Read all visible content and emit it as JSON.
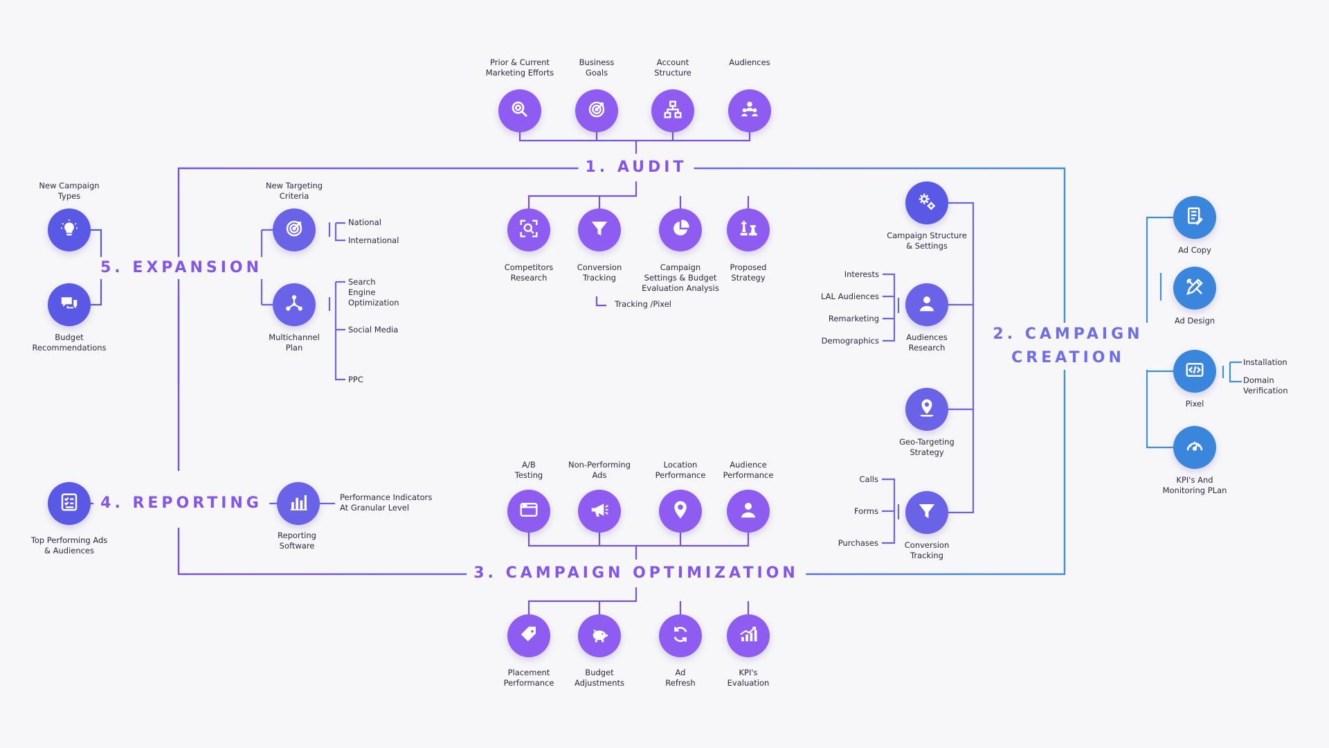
{
  "colors": {
    "purple": "#8e5cf0",
    "violet": "#7b55ec",
    "indigo": "#5a59e6",
    "blue": "#3a86dc",
    "line_purple": "#7652d9",
    "line_blue": "#3f8fd8",
    "text_dark": "#2b2740",
    "phase_purple": "#8355e8",
    "phase_blue": "#6f6ee6"
  },
  "phases": {
    "audit": "1. AUDIT",
    "campaign_creation": "2. CAMPAIGN\nCREATION",
    "campaign_optimization": "3. CAMPAIGN OPTIMIZATION",
    "reporting": "4. REPORTING",
    "expansion": "5. EXPANSION"
  },
  "audit": {
    "top": [
      {
        "label": "Prior & Current\nMarketing Efforts",
        "icon": "search-icon"
      },
      {
        "label": "Business\nGoals",
        "icon": "target-icon"
      },
      {
        "label": "Account\nStructure",
        "icon": "hierarchy-icon"
      },
      {
        "label": "Audiences",
        "icon": "people-icon"
      }
    ],
    "bottom": [
      {
        "label": "Competitors\nResearch",
        "icon": "scan-search-icon"
      },
      {
        "label": "Conversion\nTracking",
        "icon": "funnel-icon"
      },
      {
        "label": "Campaign\nSettings & Budget\nEvaluation Analysis",
        "icon": "pie-chart-icon"
      },
      {
        "label": "Proposed\nStrategy",
        "icon": "chess-icon"
      }
    ],
    "sub_note": "Tracking /Pixel"
  },
  "creation_inner": {
    "nodes": [
      {
        "label": "Campaign Structure\n& Settings",
        "icon": "gears-icon"
      },
      {
        "label": "Audiences\nResearch",
        "icon": "user-icon"
      },
      {
        "label": "Geo-Targeting\nStrategy",
        "icon": "map-pin-icon"
      },
      {
        "label": "Conversion\nTracking",
        "icon": "funnel-icon"
      }
    ],
    "audience_items": [
      "Interests",
      "LAL Audiences",
      "Remarketing",
      "Demographics"
    ],
    "conversion_items": [
      "Calls",
      "Forms",
      "Purchases"
    ]
  },
  "creation_outer": {
    "nodes": [
      {
        "label": "Ad Copy",
        "icon": "document-icon"
      },
      {
        "label": "Ad Design",
        "icon": "pencil-ruler-icon"
      },
      {
        "label": "Pixel",
        "icon": "code-icon"
      },
      {
        "label": "KPI's And\nMonitoring PLan",
        "icon": "speedometer-icon"
      }
    ],
    "pixel_items": [
      "Installation",
      "Domain\nVerification"
    ]
  },
  "optimization": {
    "top": [
      {
        "label": "A/B\nTesting",
        "icon": "browser-window-icon"
      },
      {
        "label": "Non-Performing\nAds",
        "icon": "megaphone-icon"
      },
      {
        "label": "Location\nPerformance",
        "icon": "location-icon"
      },
      {
        "label": "Audience\nPerformance",
        "icon": "user-icon"
      }
    ],
    "bottom": [
      {
        "label": "Placement\nPerformance",
        "icon": "tag-icon"
      },
      {
        "label": "Budget\nAdjustments",
        "icon": "piggy-bank-icon"
      },
      {
        "label": "Ad\nRefresh",
        "icon": "refresh-icon"
      },
      {
        "label": "KPI's\nEvaluation",
        "icon": "growth-chart-icon"
      }
    ]
  },
  "reporting": {
    "left": {
      "label": "Top Performing Ads\n& Audiences",
      "icon": "checklist-icon"
    },
    "right": {
      "label": "Reporting\nSoftware",
      "icon": "bar-chart-icon"
    },
    "note": "Performance Indicators\nAt Granular Level"
  },
  "expansion": {
    "left": [
      {
        "label": "New Campaign\nTypes",
        "icon": "lightbulb-icon"
      },
      {
        "label": "Budget\nRecommendations",
        "icon": "chat-bubbles-icon"
      }
    ],
    "right": [
      {
        "label": "New Targeting\nCriteria",
        "icon": "target-icon"
      },
      {
        "label": "Multichannel\nPlan",
        "icon": "network-icon"
      }
    ],
    "targeting_items": [
      "National",
      "International"
    ],
    "channel_items": [
      "Search\nEngine\nOptimization",
      "Social Media",
      "PPC"
    ]
  }
}
